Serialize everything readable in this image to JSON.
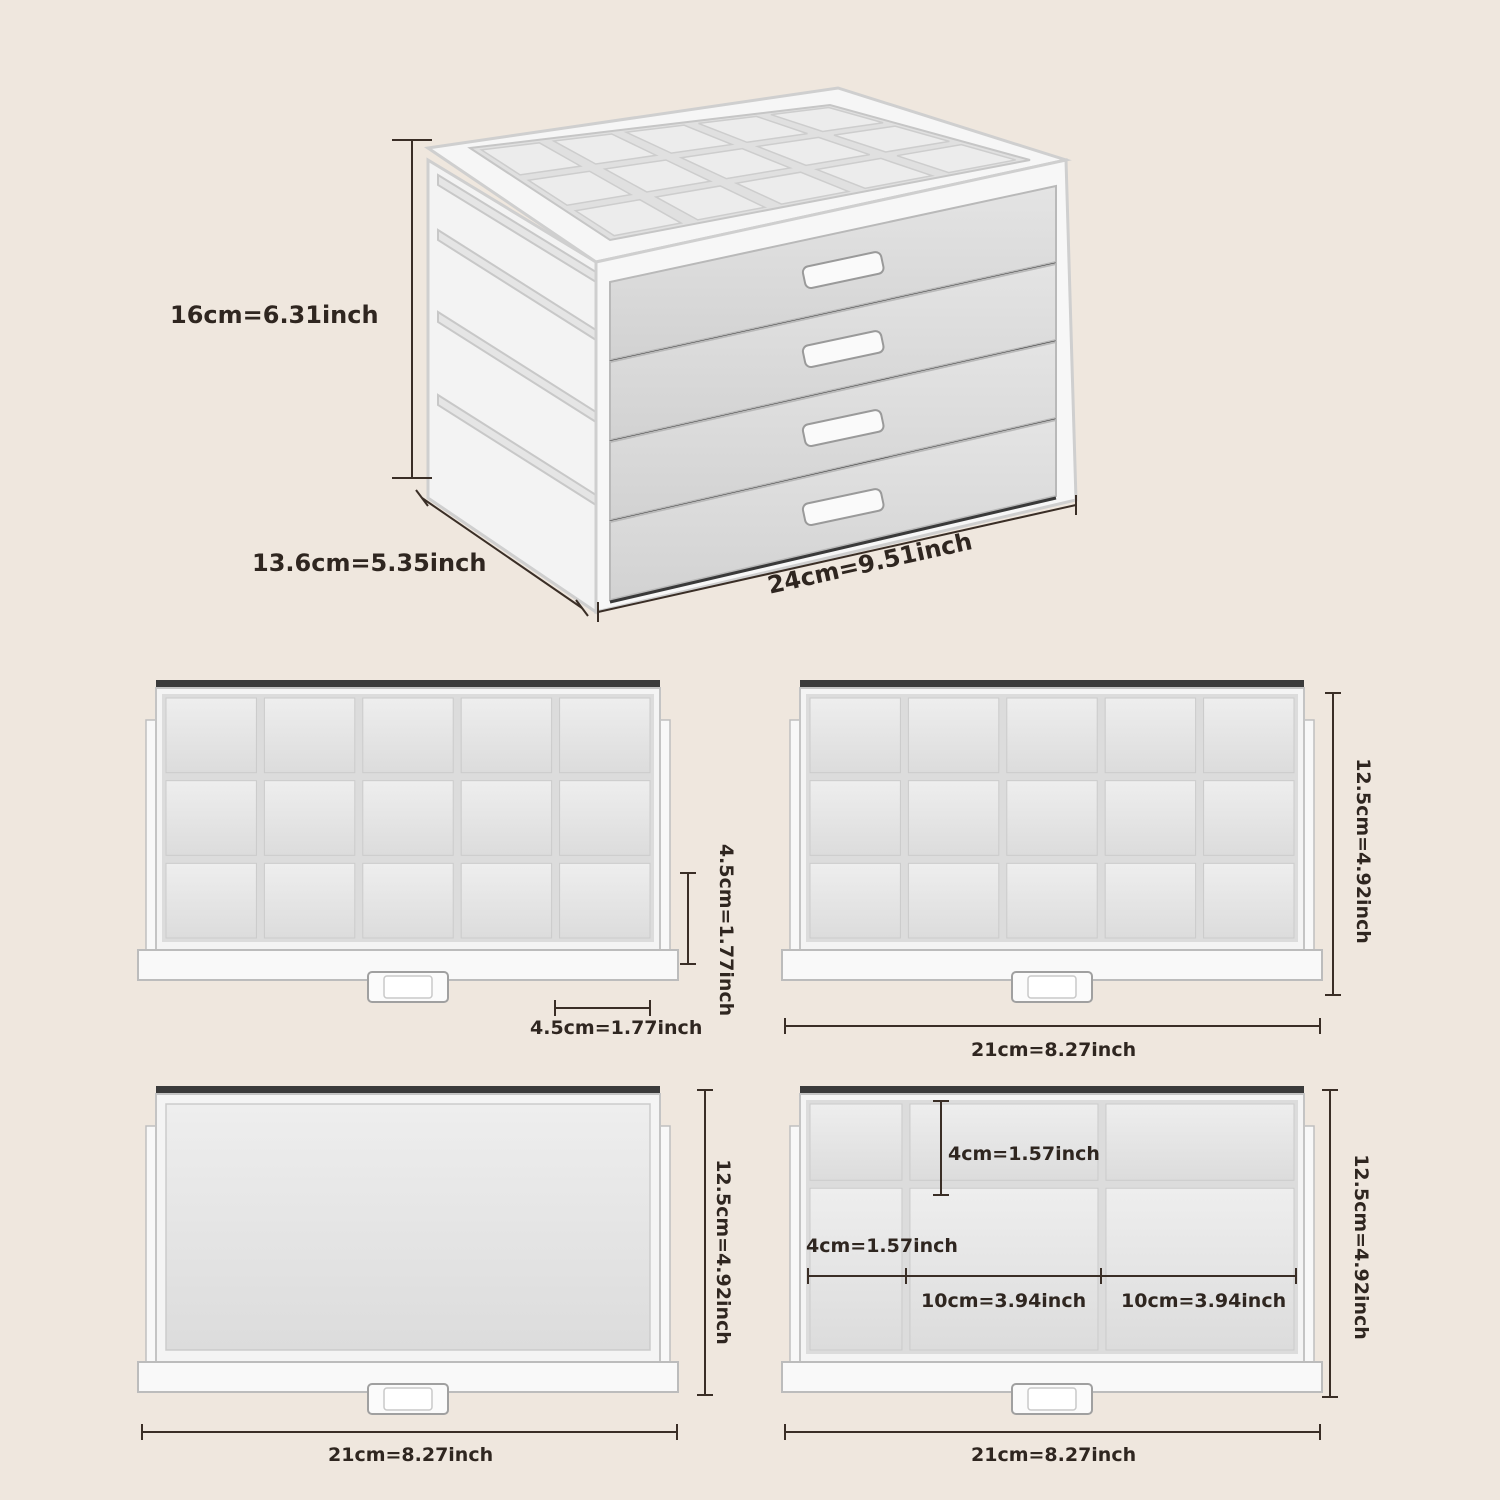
{
  "dimensions": {
    "height": "16cm=6.31inch",
    "depth": "13.6cm=5.35inch",
    "width": "24cm=9.51inch",
    "cell_height": "4.5cm=1.77inch",
    "cell_width": "4.5cm=1.77inch",
    "drawer_depth_b": "12.5cm=4.92inch",
    "drawer_width_b": "21cm=8.27inch",
    "drawer_depth_c": "12.5cm=4.92inch",
    "drawer_width_c": "21cm=8.27inch",
    "section_height_top": "4cm=1.57inch",
    "section_width_left": "4cm=1.57inch",
    "section_width_mid": "10cm=3.94inch",
    "section_width_right": "10cm=3.94inch",
    "drawer_depth_d": "12.5cm=4.92inch",
    "drawer_width_d": "21cm=8.27inch"
  },
  "colors": {
    "background": "#efe7de",
    "felt": "#e9e9e9",
    "felt_dark": "#d6d6d6",
    "acrylic": "#f7f7f7",
    "frame_dark": "#3a3a3a",
    "text": "#2f2620"
  },
  "organizer": {
    "drawer_count": 4,
    "lid_grid": {
      "rows": 3,
      "cols": 5
    }
  }
}
